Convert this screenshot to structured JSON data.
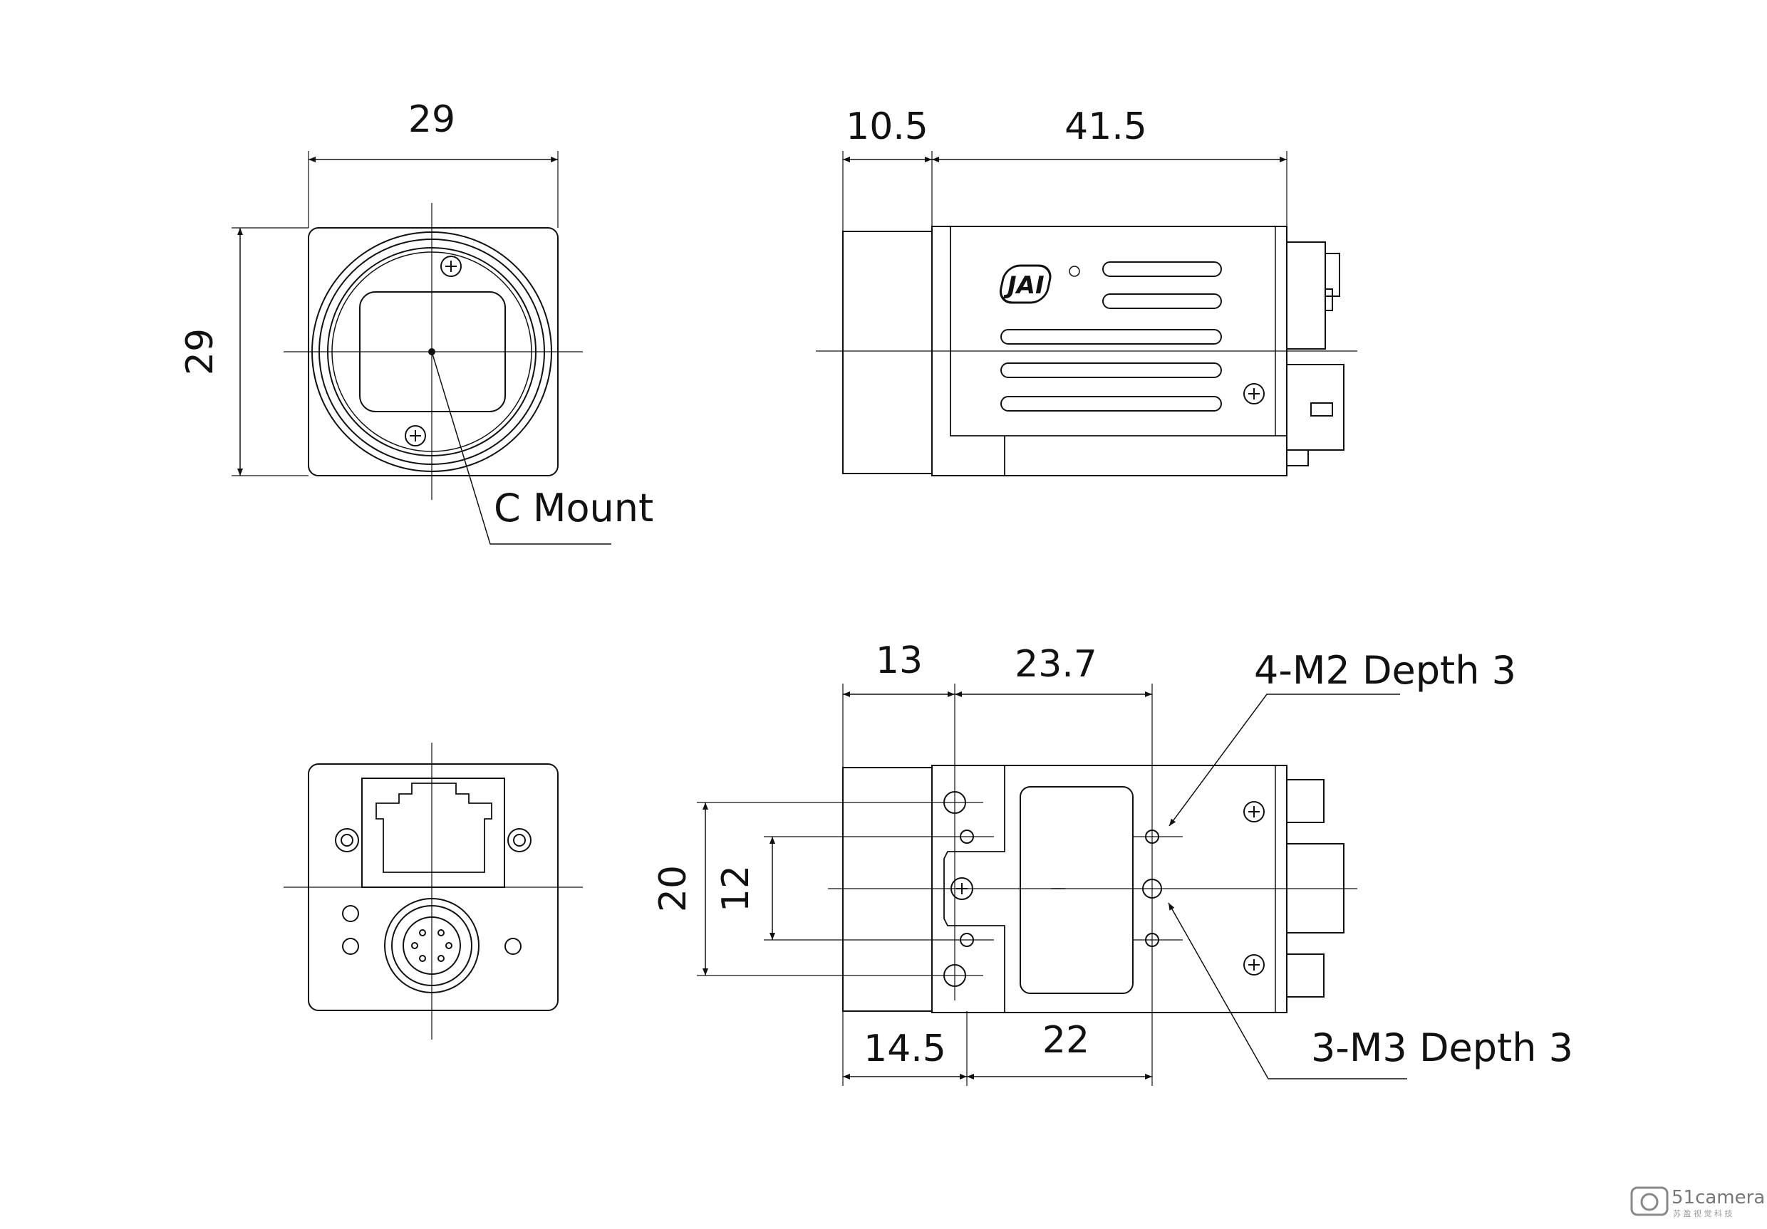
{
  "drawing": {
    "front_view": {
      "width_dim": "29",
      "height_dim": "29",
      "mount_label": "C Mount"
    },
    "side_view": {
      "front_length_dim": "10.5",
      "body_length_dim": "41.5",
      "logo_text": "JAI"
    },
    "bottom_view": {
      "dim_13": "13",
      "dim_23_7": "23.7",
      "dim_20": "20",
      "dim_12": "12",
      "dim_14_5": "14.5",
      "dim_22": "22",
      "callout_m2": "4-M2 Depth 3",
      "callout_m3": "3-M3 Depth 3"
    },
    "watermark": {
      "text": "51camera",
      "subtext": "苏 盈 视 觉 科 技"
    }
  }
}
